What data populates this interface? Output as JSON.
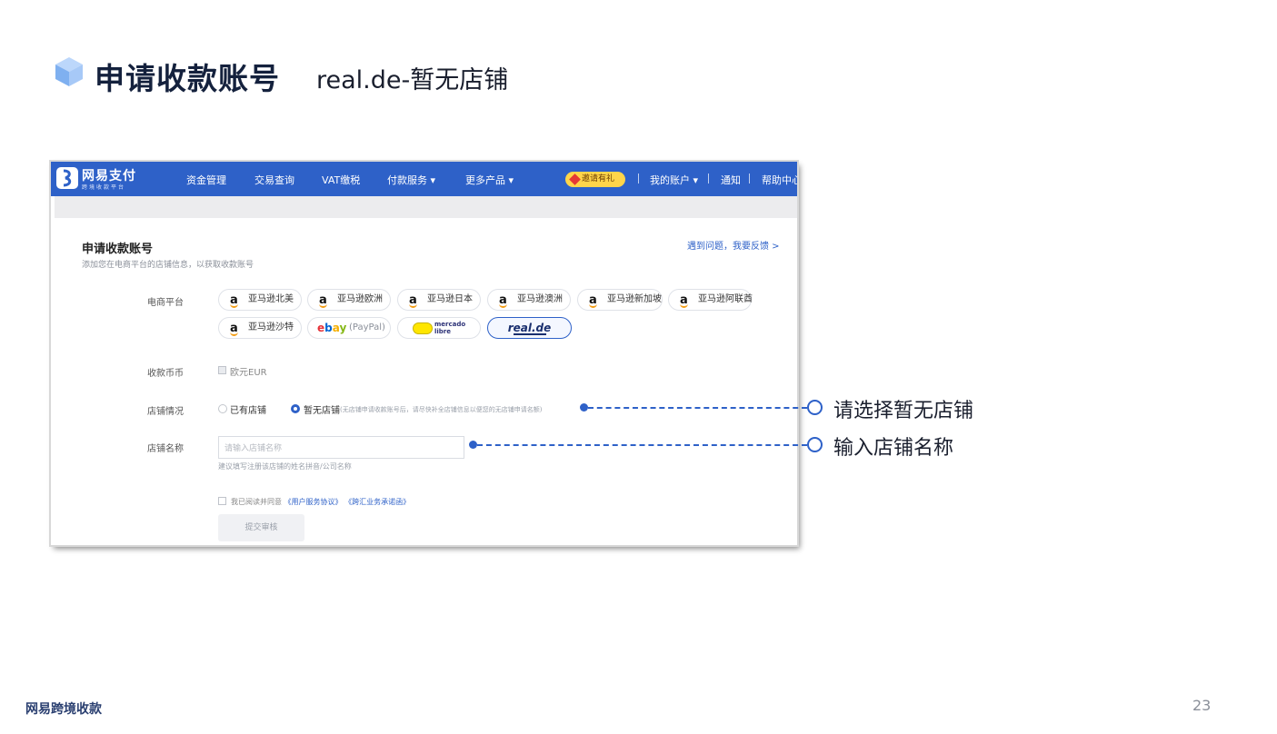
{
  "slide": {
    "title": "申请收款账号",
    "subtitle": "real.de-暂无店铺",
    "footer_brand": "网易跨境收款",
    "page_number": "23"
  },
  "nav": {
    "logo_text": "网易支付",
    "logo_sub": "跨境收款平台",
    "items": [
      "资金管理",
      "交易查询",
      "VAT缴税",
      "付款服务 ▾",
      "更多产品 ▾"
    ],
    "invite": "邀请有礼",
    "account": "我的账户 ▾",
    "notice": "通知",
    "help": "帮助中心"
  },
  "form": {
    "title": "申请收款账号",
    "description": "添加您在电商平台的店铺信息，以获取收款账号",
    "feedback_link": "遇到问题，我要反馈 >",
    "platform_label": "电商平台",
    "platforms": [
      "亚马逊北美",
      "亚马逊欧洲",
      "亚马逊日本",
      "亚马逊澳洲",
      "亚马逊新加坡",
      "亚马逊阿联酋",
      "亚马逊沙特"
    ],
    "ebay_paypal": "(PayPal)",
    "mercado_text": "mercado libre",
    "real_text": "real.de",
    "currency_label": "收款币币",
    "currency_value": "欧元EUR",
    "shop_status_label": "店铺情况",
    "shop_option_has": "已有店铺",
    "shop_option_none": "暂无店铺",
    "shop_option_none_hint": "(无店铺申请收款账号后，请尽快补全店铺信息以便您的无店铺申请名额)",
    "shop_name_label": "店铺名称",
    "shop_name_placeholder": "请输入店铺名称",
    "shop_name_hint": "建议填写注册该店铺的姓名拼音/公司名称",
    "agree_prefix": "我已阅读并同意",
    "agree_link1": "《用户服务协议》",
    "agree_link2": "《跨汇业务承诺函》",
    "submit_label": "提交审核"
  },
  "annotations": {
    "select_no_shop": "请选择暂无店铺",
    "enter_shop_name": "输入店铺名称"
  },
  "colors": {
    "brand_blue": "#2e61c8",
    "title_navy": "#14213d"
  }
}
